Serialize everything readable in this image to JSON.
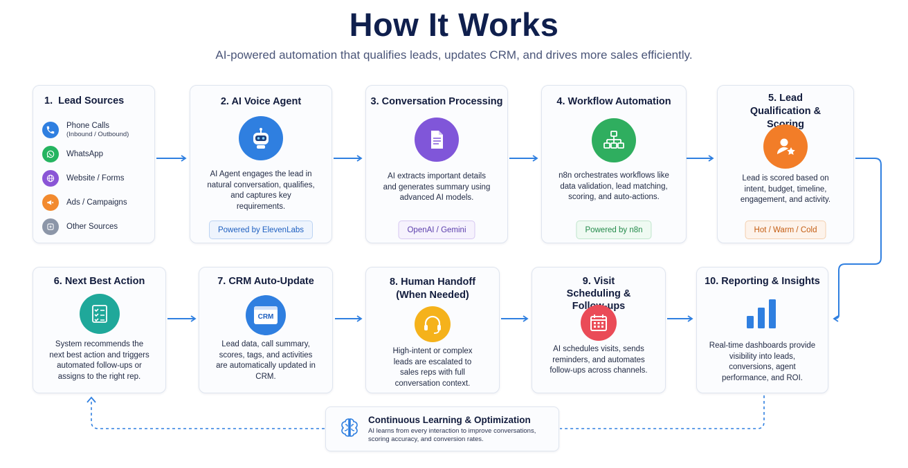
{
  "header": {
    "title": "How It Works",
    "subtitle": "AI-powered automation that qualifies leads, updates CRM, and drives more sales efficiently."
  },
  "steps": [
    {
      "number": "1.",
      "title": "Lead Sources",
      "sources": [
        {
          "label": "Phone Calls",
          "sublabel": "(Inbound / Outbound)",
          "icon": "phone-icon",
          "color": "#2f7fe0"
        },
        {
          "label": "WhatsApp",
          "sublabel": "",
          "icon": "whatsapp-icon",
          "color": "#25b460"
        },
        {
          "label": "Website / Forms",
          "sublabel": "",
          "icon": "globe-icon",
          "color": "#8a55d6"
        },
        {
          "label": "Ads / Campaigns",
          "sublabel": "",
          "icon": "megaphone-icon",
          "color": "#f28a2e"
        },
        {
          "label": "Other Sources",
          "sublabel": "",
          "icon": "plus-icon",
          "color": "#8c96a8"
        }
      ]
    },
    {
      "number": "2.",
      "title": "AI Voice Agent",
      "description": "AI Agent engages the lead in natural conversation, qualifies, and captures key requirements.",
      "badge": "Powered by ElevenLabs",
      "icon": "robot-icon",
      "color": "#2f7fe0"
    },
    {
      "number": "3.",
      "title": "Conversation Processing",
      "description": "AI extracts important details and generates summary using advanced AI models.",
      "badge": "OpenAI / Gemini",
      "icon": "document-icon",
      "color": "#8056d9"
    },
    {
      "number": "4.",
      "title": "Workflow Automation",
      "description": "n8n orchestrates workflows like data validation, lead matching, scoring, and auto-actions.",
      "badge": "Powered by n8n",
      "icon": "workflow-icon",
      "color": "#2fae5f"
    },
    {
      "number": "5.",
      "title": "Lead Qualification & Scoring",
      "description": "Lead is scored based on intent, budget, timeline, engagement, and activity.",
      "badge": "Hot / Warm / Cold",
      "icon": "user-star-icon",
      "color": "#f27d28"
    },
    {
      "number": "6.",
      "title": "Next Best Action",
      "description": "System recommends the next best action and triggers automated follow-ups or assigns to the right rep.",
      "icon": "checklist-icon",
      "color": "#1fa89a"
    },
    {
      "number": "7.",
      "title": "CRM Auto-Update",
      "description": "Lead data, call summary, scores, tags, and activities are automatically updated in CRM.",
      "icon": "crm-icon",
      "icon_text": "CRM",
      "color": "#2f7fe0"
    },
    {
      "number": "8.",
      "title": "Human Handoff (When Needed)",
      "description": "High-intent or complex leads are escalated to sales reps with full conversation context.",
      "icon": "headset-icon",
      "color": "#f5b21b"
    },
    {
      "number": "9.",
      "title": "Visit Scheduling & Follow-ups",
      "description": "AI schedules visits, sends reminders, and automates follow-ups across channels.",
      "icon": "calendar-icon",
      "color": "#ea4b57"
    },
    {
      "number": "10.",
      "title": "Reporting & Insights",
      "description": "Real-time dashboards provide visibility into leads, conversions, agent performance, and ROI.",
      "icon": "bar-chart-icon",
      "color": "#2f7fe0"
    }
  ],
  "loop": {
    "title": "Continuous Learning & Optimization",
    "description": "AI learns from every interaction to improve conversations, scoring accuracy, and conversion rates.",
    "icon": "brain-icon"
  },
  "colors": {
    "accent": "#2f7fe0",
    "title": "#0f1f4d"
  }
}
